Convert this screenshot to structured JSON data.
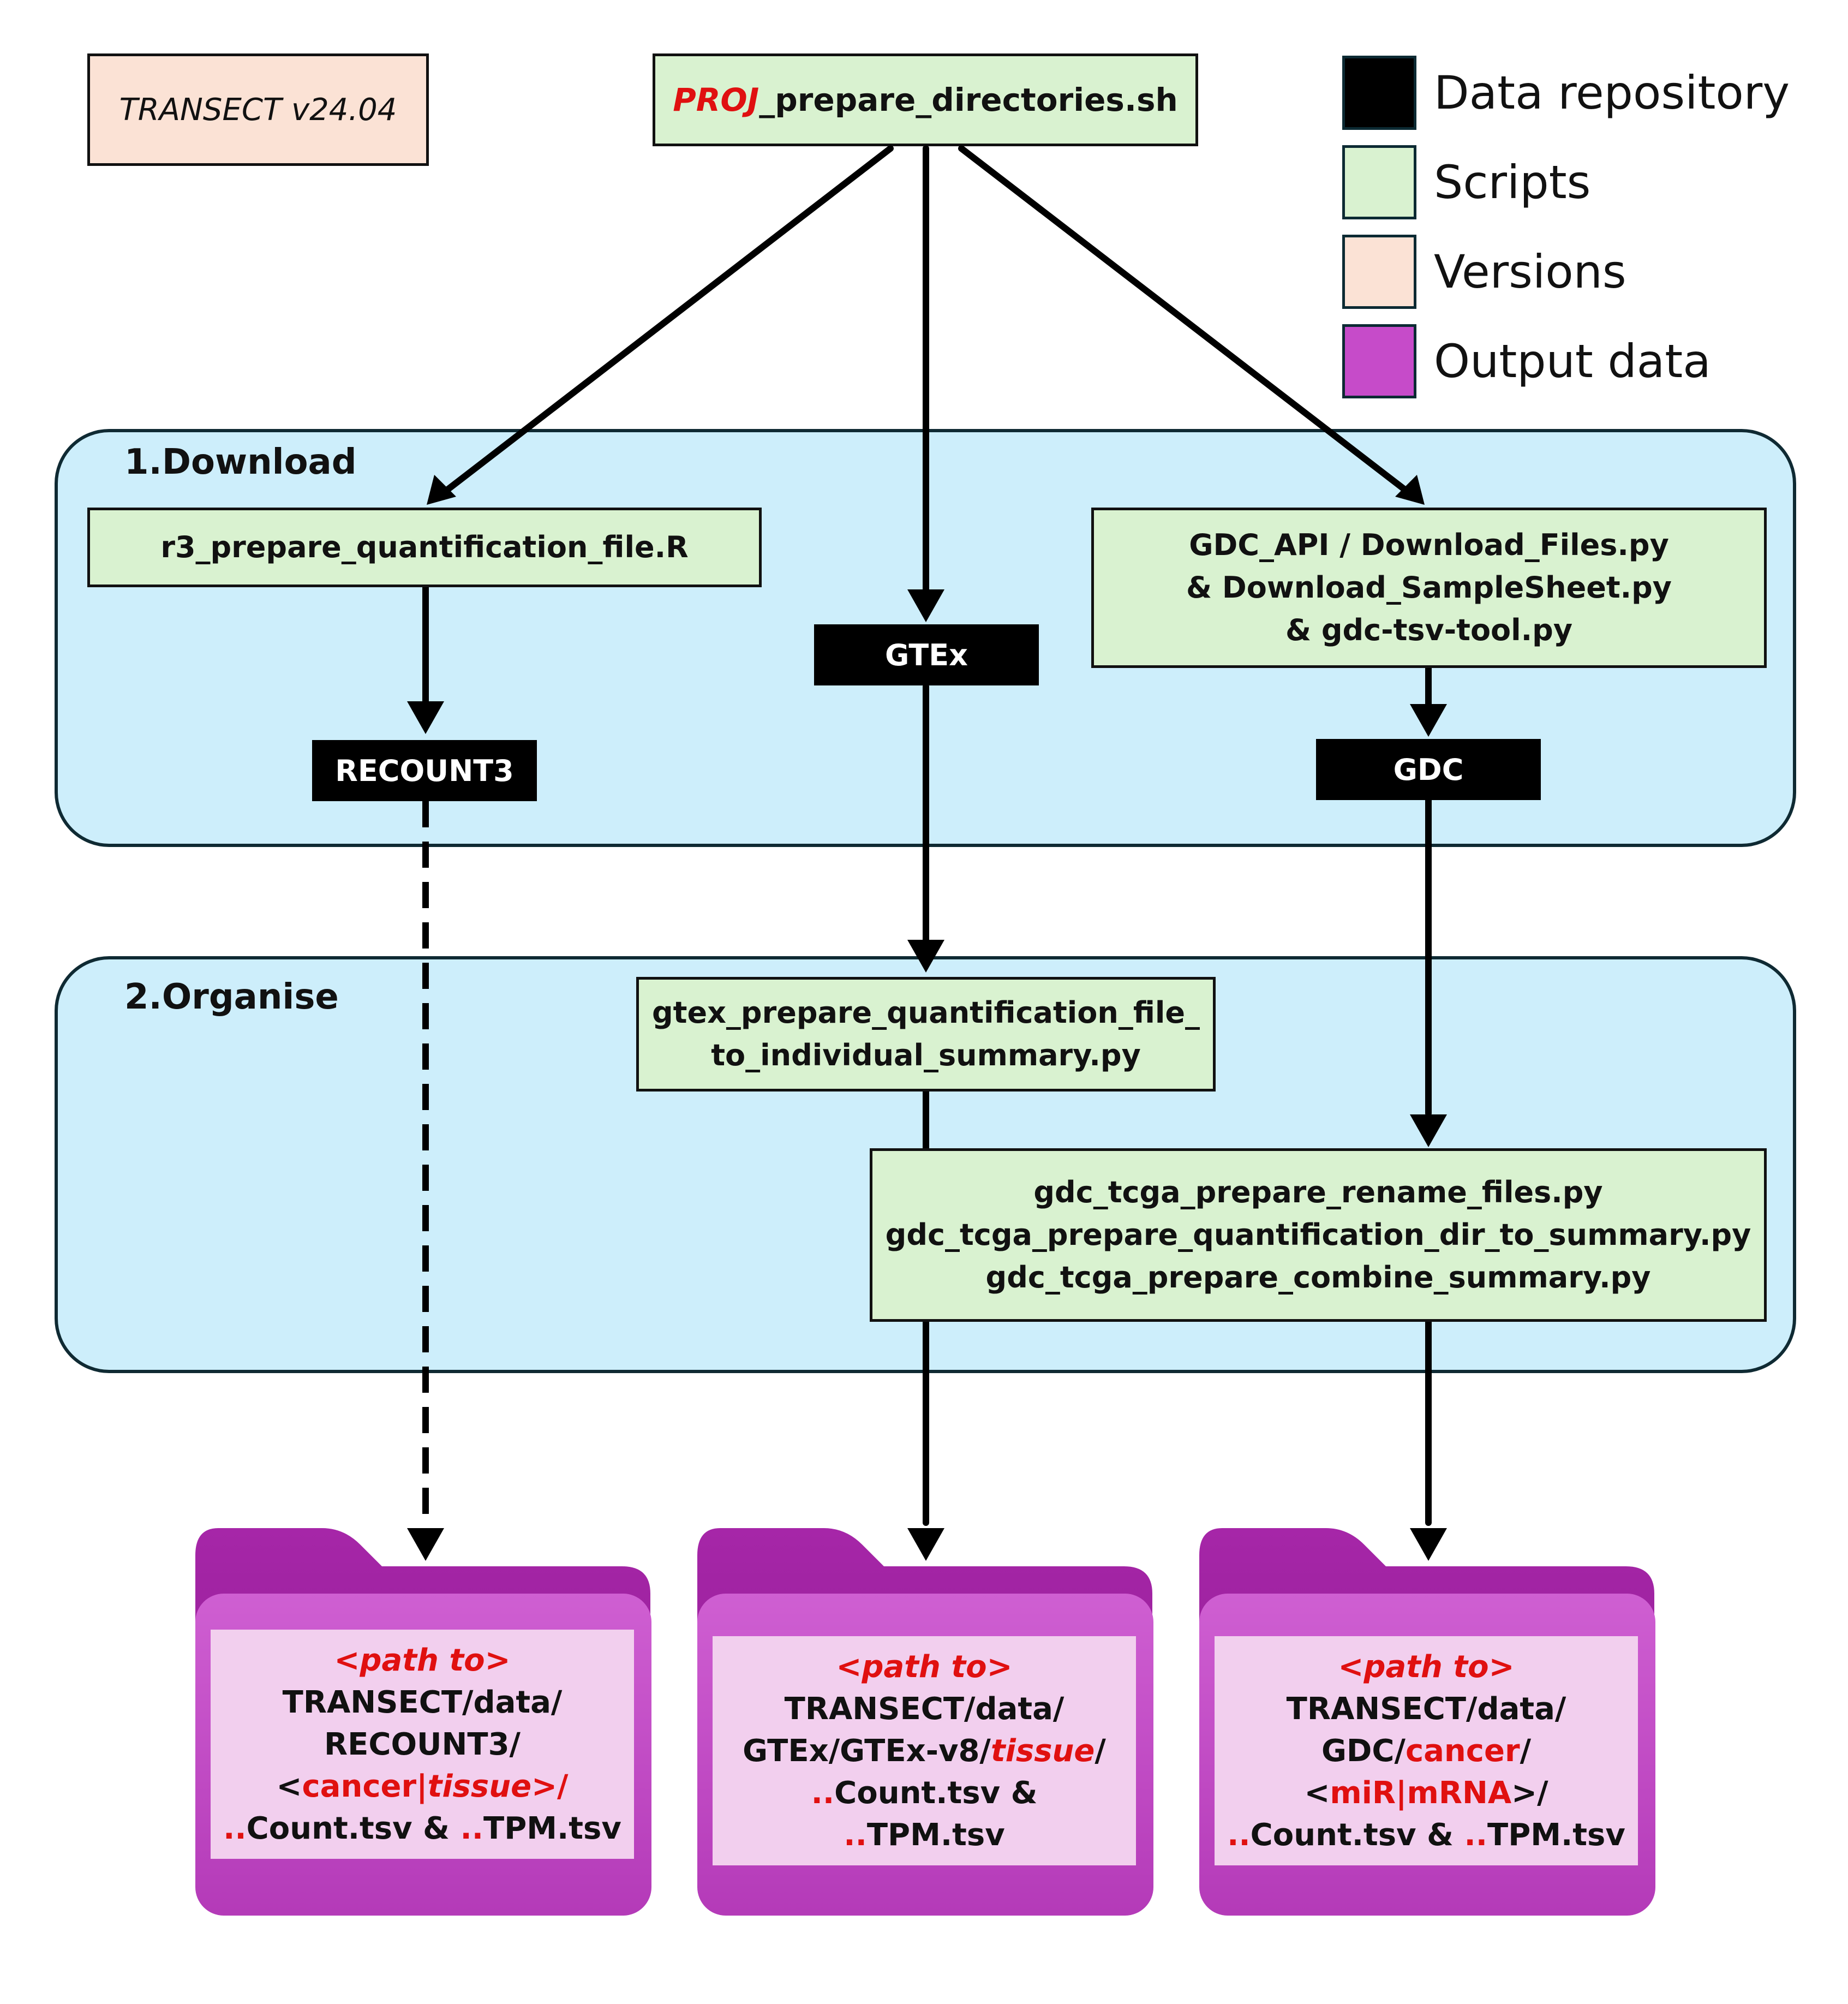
{
  "version_label": "TRANSECT v24.04",
  "top_script": {
    "highlight": "PROJ",
    "rest": "_prepare_directories.sh"
  },
  "legend": {
    "data_repository": {
      "label": "Data repository",
      "color": "#000000"
    },
    "scripts": {
      "label": "Scripts",
      "color": "#d9f2d0"
    },
    "versions": {
      "label": "Versions",
      "color": "#fbe2d5"
    },
    "output_data": {
      "label": "Output data",
      "color": "#c64bc9"
    }
  },
  "stage_download": {
    "title": "1.Download",
    "r3_script": "r3_prepare_quantification_file.R",
    "gdc_script_lines": [
      "GDC_API / Download_Files.py",
      "& Download_SampleSheet.py",
      "& gdc-tsv-tool.py"
    ],
    "repos": {
      "recount3": "RECOUNT3",
      "gtex": "GTEx",
      "gdc": "GDC"
    }
  },
  "stage_organise": {
    "title": "2.Organise",
    "gtex_script_lines": [
      "gtex_prepare_quantification_file_",
      "to_individual_summary.py"
    ],
    "gdc_script_lines": [
      "gdc_tcga_prepare_rename_files.py",
      "gdc_tcga_prepare_quantification_dir_to_summary.py",
      "gdc_tcga_prepare_combine_summary.py"
    ]
  },
  "outputs": {
    "recount3": {
      "path_to": "<path to>",
      "line1": "TRANSECT/data/",
      "line2": "RECOUNT3/",
      "line3": {
        "open": "<",
        "a": "cancer",
        "sep": "|",
        "b": "tissue",
        "close": ">/"
      },
      "line4": {
        "dots1": "..",
        "count": "Count.tsv & ",
        "dots2": "..",
        "tpm": "TPM.tsv"
      }
    },
    "gtex": {
      "path_to": "<path to>",
      "line1": "TRANSECT/data/",
      "line2": {
        "prefix": "GTEx/GTEx-v8/",
        "tissue": "tissue",
        "suffix": "/"
      },
      "line3": {
        "dots": "..",
        "text": "Count.tsv &"
      },
      "line4": {
        "dots": "..",
        "text": "TPM.tsv"
      }
    },
    "gdc": {
      "path_to": "<path to>",
      "line1": "TRANSECT/data/",
      "line2": {
        "prefix": "GDC/",
        "cancer": "cancer",
        "suffix": "/"
      },
      "line3": {
        "open": "<",
        "a": "miR|mRNA",
        "close": ">/"
      },
      "line4": {
        "dots1": "..",
        "count": "Count.tsv & ",
        "dots2": "..",
        "tpm": "TPM.tsv"
      }
    }
  },
  "colors": {
    "stage_fill": "#cdeefb",
    "script_fill": "#d9f2d0",
    "version_fill": "#fbe2d5",
    "folder_fill": "#c64bc9",
    "folder_label_fill": "#f2cfee",
    "highlight_red": "#e01010"
  }
}
